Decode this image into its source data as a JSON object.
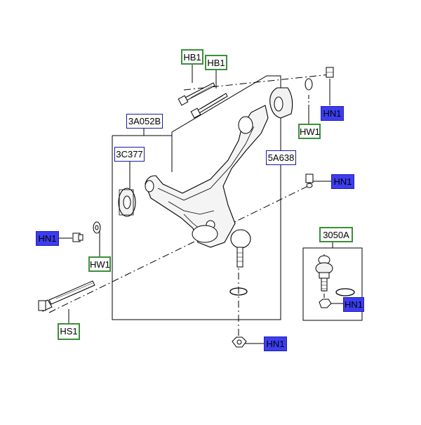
{
  "colors": {
    "green_label_border": "#3c8f3c",
    "blue_label_border": "#1a1a9e",
    "blue_label_fill": "#3d3df0",
    "line": "#000000"
  },
  "labels": {
    "hb1_a": "HB1",
    "hb1_b": "HB1",
    "hn1_top_right": "HN1",
    "hw1_right": "HW1",
    "a3a052b": "3A052B",
    "c3c377": "3C377",
    "a5a638": "5A638",
    "hn1_mid_right": "HN1",
    "hn1_left": "HN1",
    "hw1_left": "HW1",
    "a3050a": "3050A",
    "hn1_inset": "HN1",
    "hs1": "HS1",
    "hn1_bottom": "HN1"
  }
}
